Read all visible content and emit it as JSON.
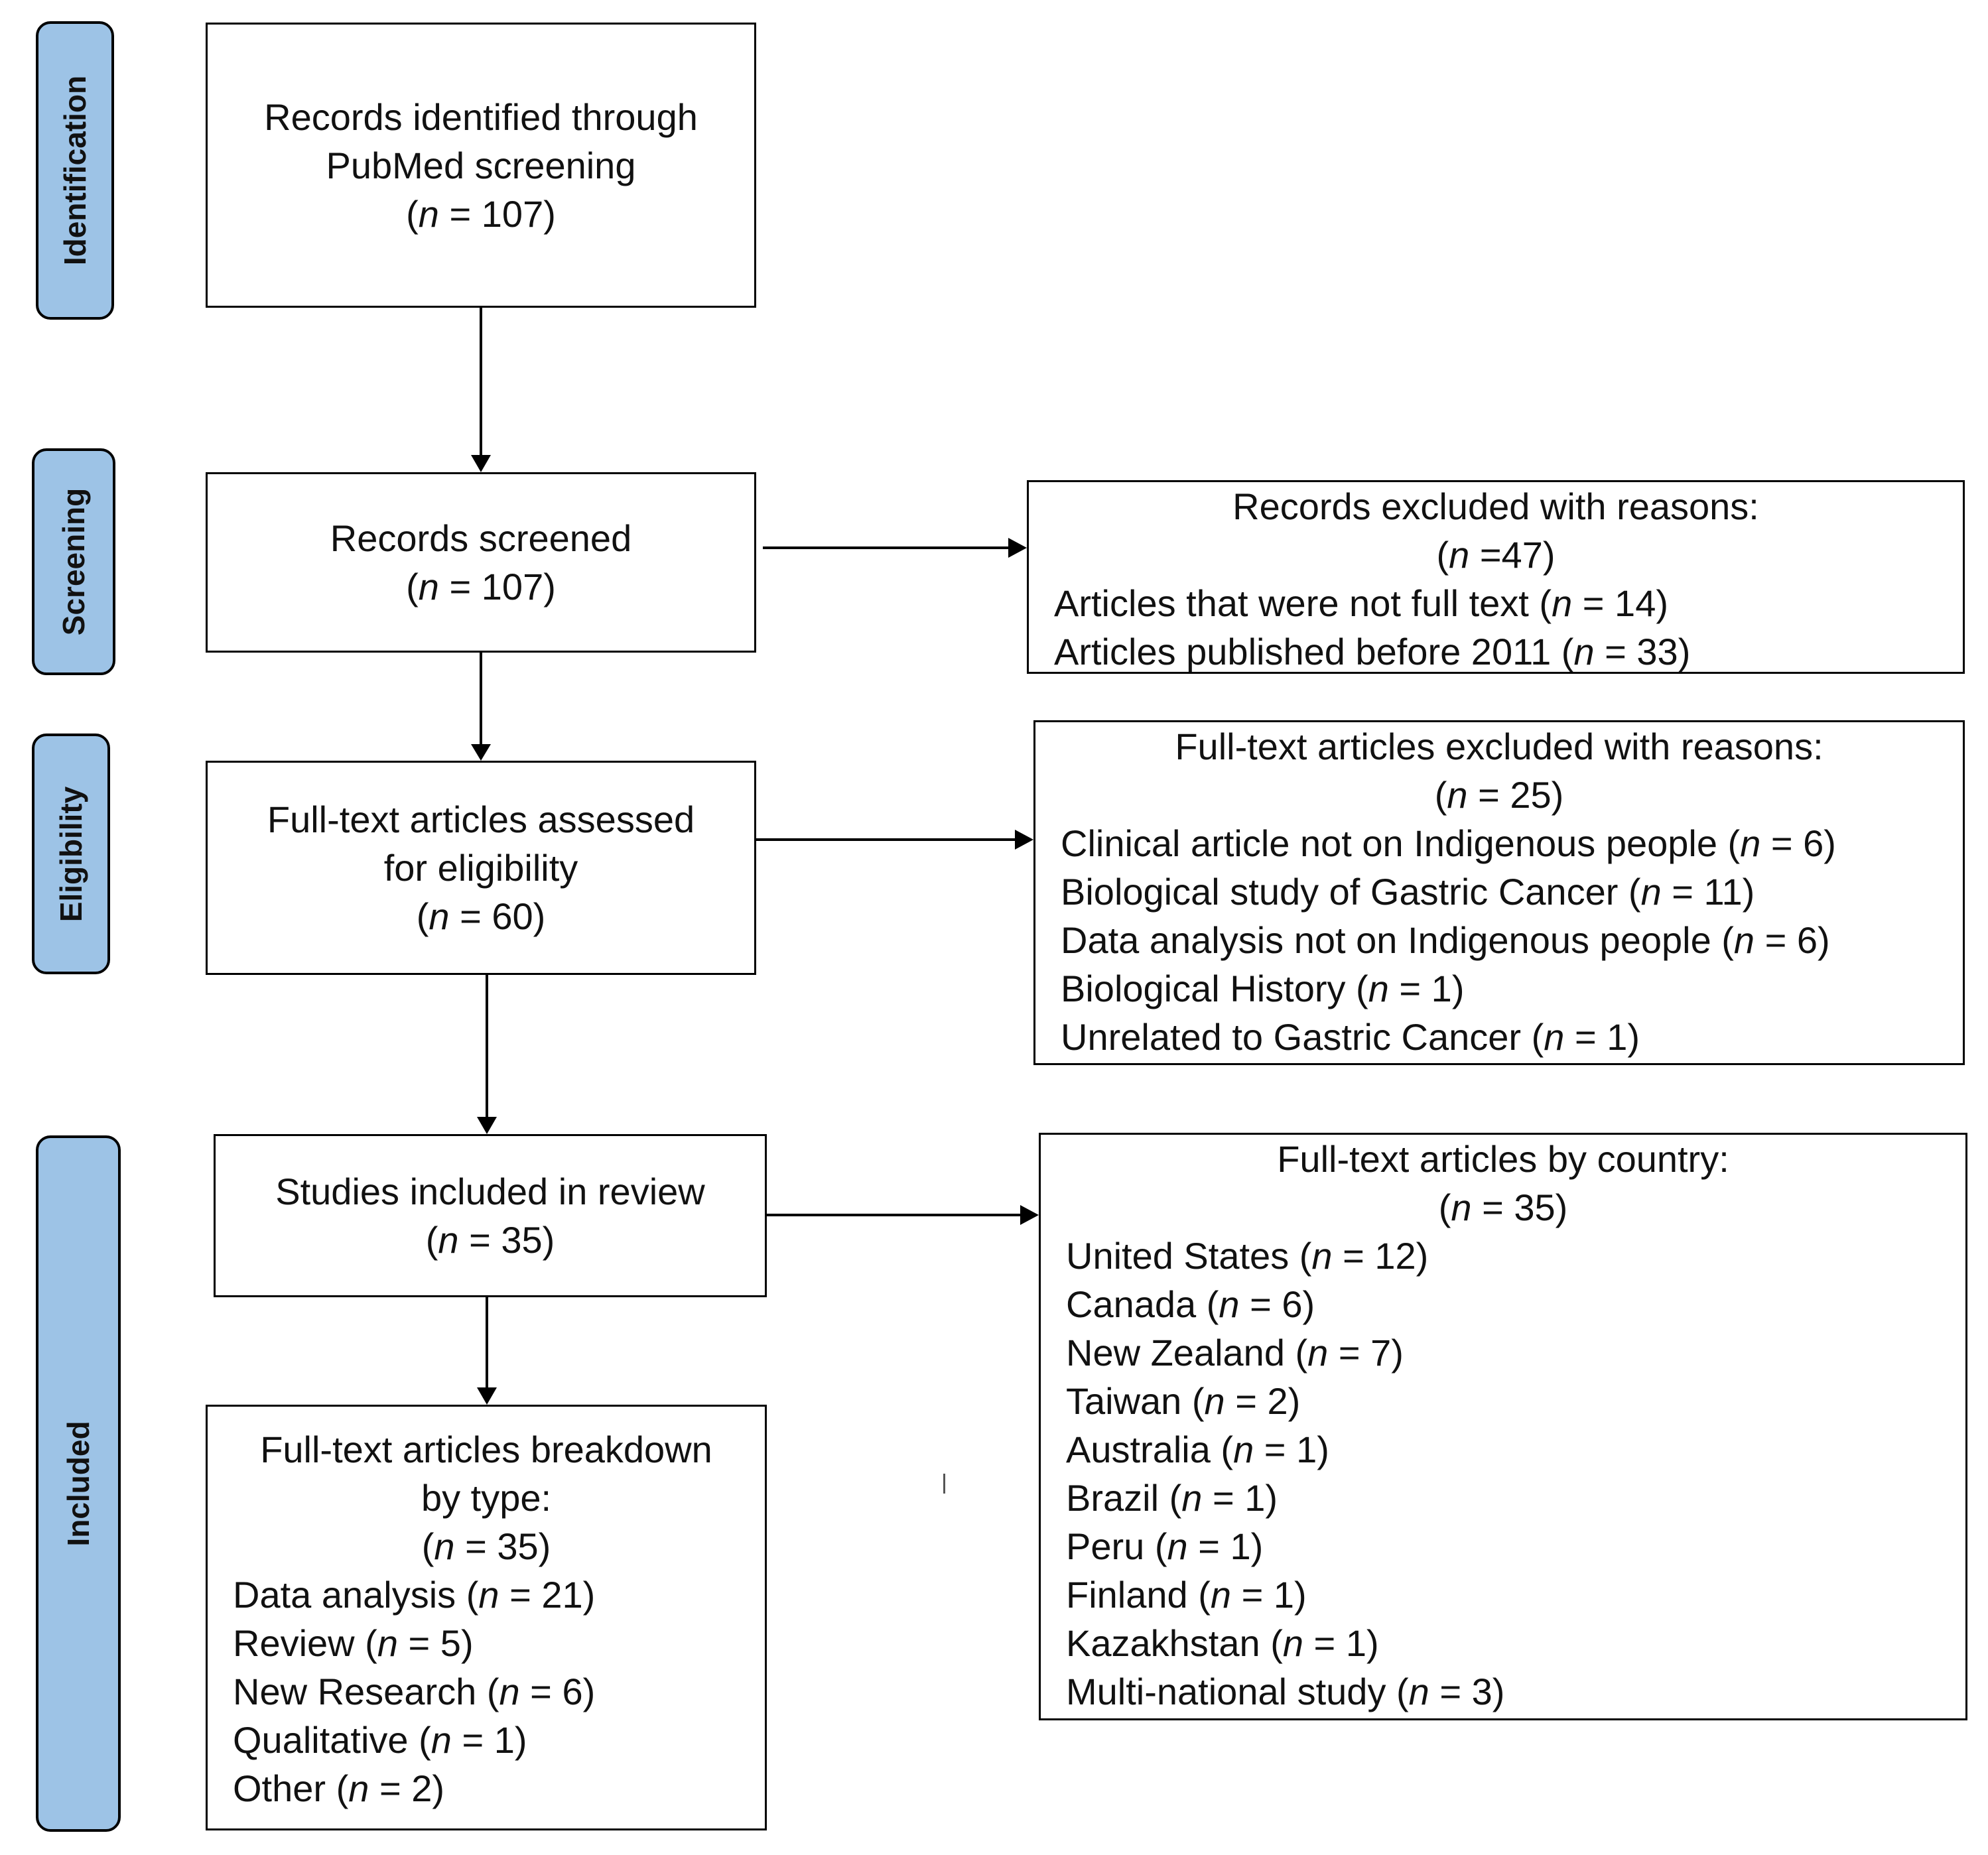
{
  "phases": {
    "identification": "Identification",
    "screening": "Screening",
    "eligibility": "Eligibility",
    "included": "Included"
  },
  "boxes": {
    "identified": {
      "line1": "Records identified through",
      "line2": "PubMed screening",
      "count_pre": "(",
      "n": "n",
      "count_post": " = 107)"
    },
    "screened": {
      "line1": "Records screened",
      "count_pre": "(",
      "n": "n",
      "count_post": " = 107)"
    },
    "assessed": {
      "line1": "Full-text articles assessed",
      "line2": "for eligibility",
      "count_pre": "(",
      "n": "n",
      "count_post": " = 60)"
    },
    "included": {
      "line1": "Studies included in review",
      "count_pre": "(",
      "n": "n",
      "count_post": " = 35)"
    },
    "records_excluded": {
      "title": "Records excluded with reasons:",
      "count_pre": "(",
      "n": "n",
      "count_post": " =47)",
      "items": [
        {
          "label": "Articles that were not full text (",
          "n": "n",
          "value": " = 14)"
        },
        {
          "label": "Articles published before 2011 (",
          "n": "n",
          "value": " = 33)"
        }
      ]
    },
    "fulltext_excluded": {
      "title": "Full-text articles excluded with reasons:",
      "count_pre": "(",
      "n": "n",
      "count_post": " = 25)",
      "items": [
        {
          "label": "Clinical article not on Indigenous people (",
          "n": "n",
          "value": " = 6)"
        },
        {
          "label": "Biological study of Gastric Cancer (",
          "n": "n",
          "value": " = 11)"
        },
        {
          "label": "Data analysis not on Indigenous people (",
          "n": "n",
          "value": " = 6)"
        },
        {
          "label": "Biological History (",
          "n": "n",
          "value": " = 1)"
        },
        {
          "label": "Unrelated to Gastric Cancer (",
          "n": "n",
          "value": " = 1)"
        }
      ]
    },
    "by_country": {
      "title": "Full-text articles by country:",
      "count_pre": "(",
      "n": "n",
      "count_post": " = 35)",
      "items": [
        {
          "label": "United States (",
          "n": "n",
          "value": " = 12)"
        },
        {
          "label": "Canada (",
          "n": "n",
          "value": " = 6)"
        },
        {
          "label": "New Zealand (",
          "n": "n",
          "value": " = 7)"
        },
        {
          "label": "Taiwan (",
          "n": "n",
          "value": " = 2)"
        },
        {
          "label": "Australia (",
          "n": "n",
          "value": " = 1)"
        },
        {
          "label": "Brazil (",
          "n": "n",
          "value": " = 1)"
        },
        {
          "label": "Peru (",
          "n": "n",
          "value": " = 1)"
        },
        {
          "label": "Finland (",
          "n": "n",
          "value": " = 1)"
        },
        {
          "label": "Kazakhstan (",
          "n": "n",
          "value": " = 1)"
        },
        {
          "label": "Multi-national study (",
          "n": "n",
          "value": " = 3)"
        }
      ]
    },
    "by_type": {
      "line1": "Full-text articles breakdown",
      "line2": "by type:",
      "count_pre": "(",
      "n": "n",
      "count_post": " = 35)",
      "items": [
        {
          "label": "Data analysis (",
          "n": "n",
          "value": " = 21)"
        },
        {
          "label": "Review (",
          "n": "n",
          "value": " = 5)"
        },
        {
          "label": "New Research (",
          "n": "n",
          "value": " = 6)"
        },
        {
          "label": "Qualitative (",
          "n": "n",
          "value": " = 1)"
        },
        {
          "label": "Other (",
          "n": "n",
          "value": " = 2)"
        }
      ]
    }
  }
}
